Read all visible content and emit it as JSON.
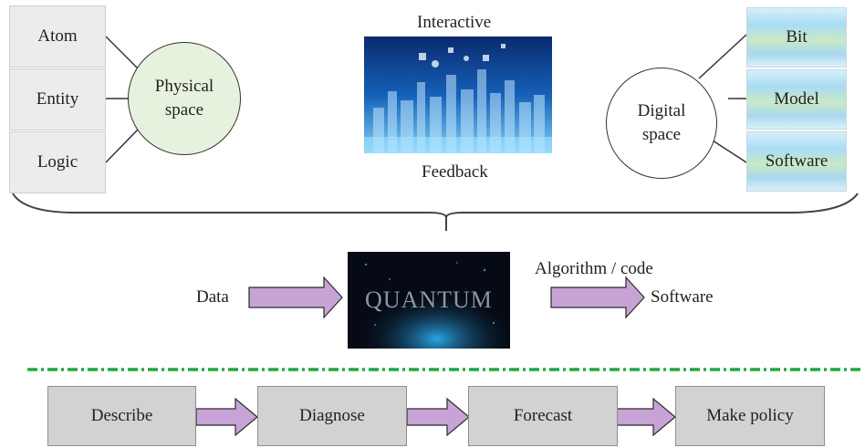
{
  "physical": {
    "boxes": [
      "Atom",
      "Entity",
      "Logic"
    ],
    "circle_label": "Physical\nspace",
    "circle_color": "#e6f2dd"
  },
  "digital": {
    "boxes": [
      "Bit",
      "Model",
      "Software"
    ],
    "circle_label": "Digital\nspace"
  },
  "center": {
    "top_label": "Interactive",
    "bottom_label": "Feedback",
    "image_icon": "city-network-image"
  },
  "middle": {
    "input_label": "Data",
    "image_text": "QUANTUM",
    "arrow_label": "Algorithm / code",
    "output_label": "Software",
    "arrow_color": "#c7a3d6"
  },
  "flow": {
    "steps": [
      "Describe",
      "Diagnose",
      "Forecast",
      "Make policy"
    ]
  },
  "colors": {
    "divider": "#1faa3e",
    "arrow_fill": "#c7a3d6",
    "arrow_stroke": "#2a2a2a"
  }
}
